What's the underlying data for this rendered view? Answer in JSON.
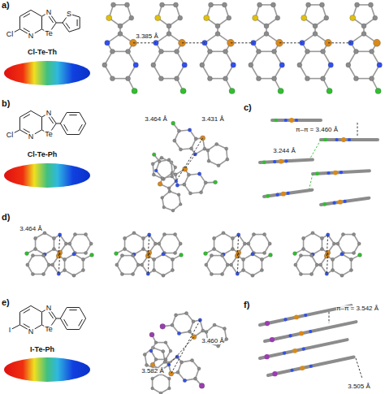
{
  "diagram": {
    "labels": [
      "a)",
      "Cl",
      "N",
      "N",
      "Te",
      "S",
      "Cl-Te-Th",
      "3.385 Å",
      "b)",
      "Cl",
      "N",
      "N",
      "Te",
      "Cl-Te-Ph",
      "3.464 Å",
      "3.431 Å",
      "c)",
      "π–π = 3.460 Å",
      "3.244 Å",
      "d)",
      "3.464 Å",
      "e)",
      "I",
      "N",
      "N",
      "Te",
      "I-Te-Ph",
      "3.460 Å",
      "3.582 Å",
      "f)",
      "π–π = 3.542 Å",
      "3.505 Å"
    ]
  }
}
